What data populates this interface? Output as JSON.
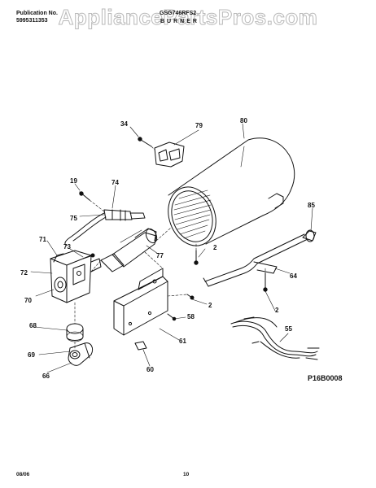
{
  "watermark": "AppliancePartsPros.com",
  "header": {
    "publication_label": "Publication No.",
    "publication_number": "5995311353",
    "model": "GSG746RFS2",
    "section_title": "BURNER"
  },
  "part_callouts": [
    {
      "id": "c34",
      "text": "34"
    },
    {
      "id": "c79",
      "text": "79"
    },
    {
      "id": "c80",
      "text": "80"
    },
    {
      "id": "c19",
      "text": "19"
    },
    {
      "id": "c74",
      "text": "74"
    },
    {
      "id": "c75",
      "text": "75"
    },
    {
      "id": "c85",
      "text": "85"
    },
    {
      "id": "c71",
      "text": "71"
    },
    {
      "id": "c73",
      "text": "73"
    },
    {
      "id": "c2a",
      "text": "2"
    },
    {
      "id": "c77",
      "text": "77"
    },
    {
      "id": "c72",
      "text": "72"
    },
    {
      "id": "c64",
      "text": "64"
    },
    {
      "id": "c70",
      "text": "70"
    },
    {
      "id": "c2b",
      "text": "2"
    },
    {
      "id": "c2c",
      "text": "2"
    },
    {
      "id": "c58",
      "text": "58"
    },
    {
      "id": "c68",
      "text": "68"
    },
    {
      "id": "c61",
      "text": "61"
    },
    {
      "id": "c55",
      "text": "55"
    },
    {
      "id": "c69",
      "text": "69"
    },
    {
      "id": "c66",
      "text": "66"
    },
    {
      "id": "c60",
      "text": "60"
    }
  ],
  "diagram_code": "P16B0008",
  "footer": {
    "date": "08/06",
    "page": "10"
  }
}
